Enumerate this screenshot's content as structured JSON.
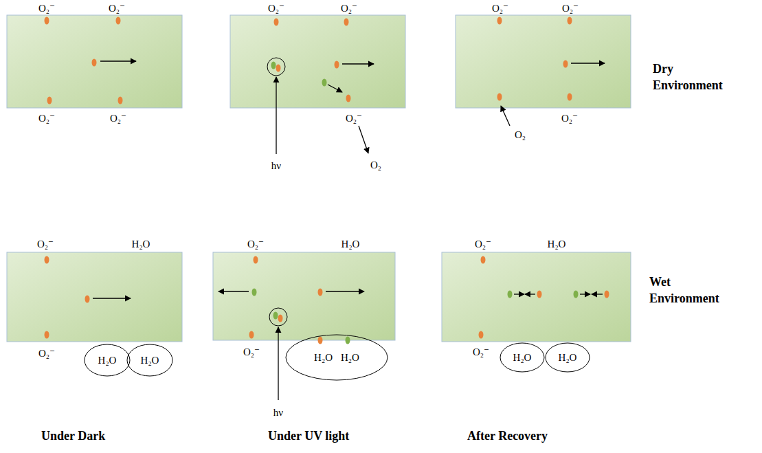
{
  "diagram": {
    "nodes": [
      {
        "text": [
          "H₂O"
        ]
      },
      {
        "text": [
          "H₂O"
        ]
      },
      {
        "text": [
          "H₂O",
          "H₂O"
        ]
      },
      {
        "text": [
          "H₂O"
        ]
      },
      {
        "text": [
          "H₂O"
        ]
      }
    ],
    "labels": [
      "O₂⁻",
      "O₂⁻",
      "O₂⁻",
      "O₂⁻",
      "O₂⁻",
      "O₂⁻",
      "Dry Environment",
      "O₂⁻",
      "O₂⁻",
      "O₂⁻",
      "O₂⁻",
      "O₂",
      "hν",
      "O₂",
      "O₂⁻",
      "H₂O",
      "O₂⁻",
      "H₂O",
      "O₂⁻",
      "H₂O",
      "Wet Environment",
      "O₂⁻",
      "O₂⁻",
      "O₂⁻",
      "hν",
      "Under Dark",
      "Under UV light",
      "After Recovery"
    ]
  }
}
